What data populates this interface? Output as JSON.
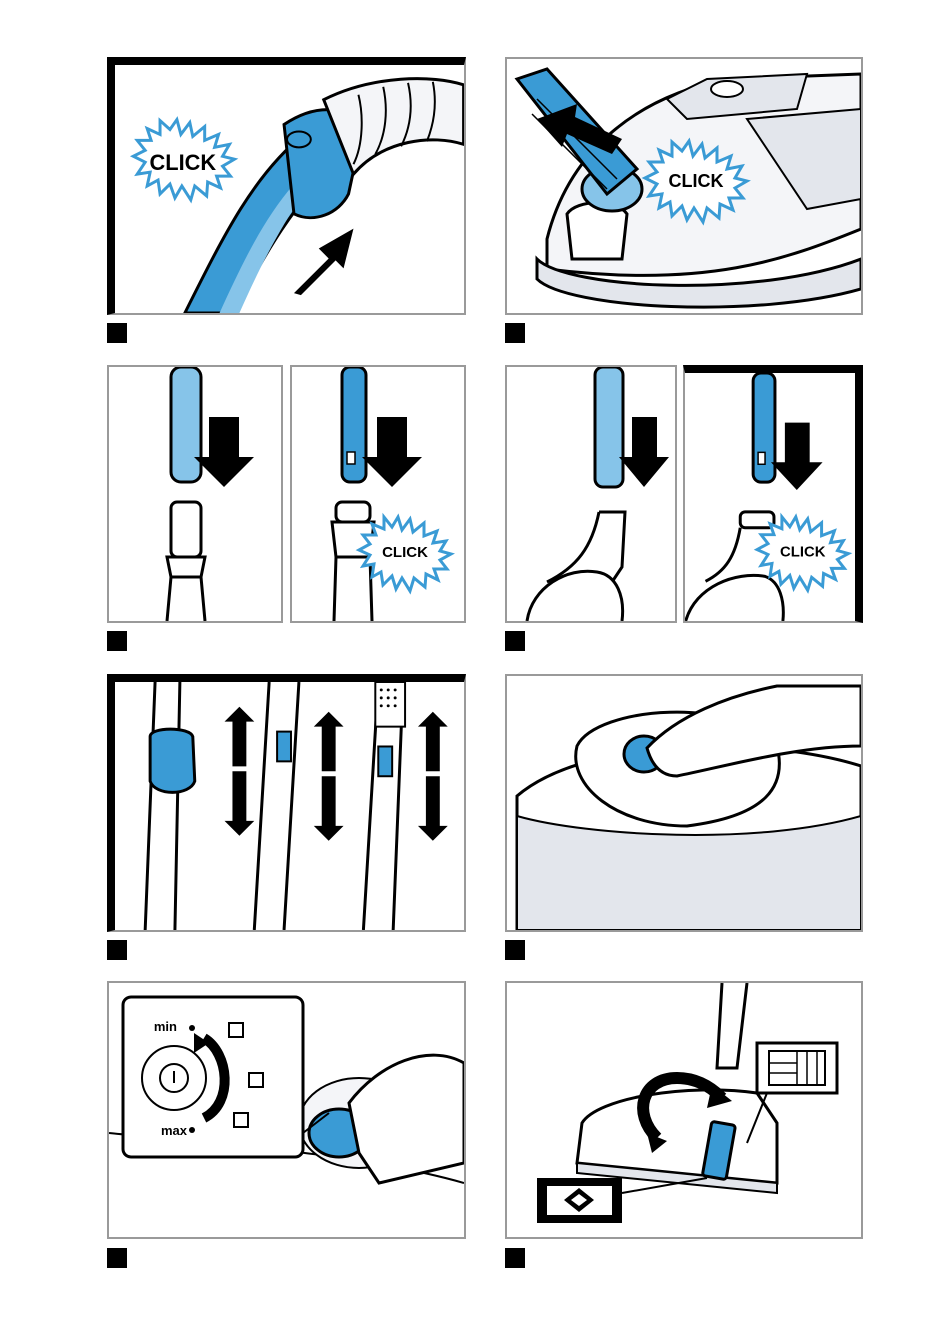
{
  "click_label": "CLICK",
  "suction": {
    "min_label": "min",
    "max_label": "max"
  },
  "colors": {
    "accent": "#3a9bd5",
    "accent_light": "#86c4e9",
    "outline": "#000000",
    "shade": "#e3e6ec",
    "frame": "#9a9a9a"
  },
  "icons": [
    "arrow-icon",
    "hose-icon",
    "vacuum-body-icon",
    "power-button-icon",
    "suction-dial-icon",
    "hand-icon",
    "floor-nozzle-icon",
    "carpet-icon",
    "hard-floor-icon"
  ]
}
